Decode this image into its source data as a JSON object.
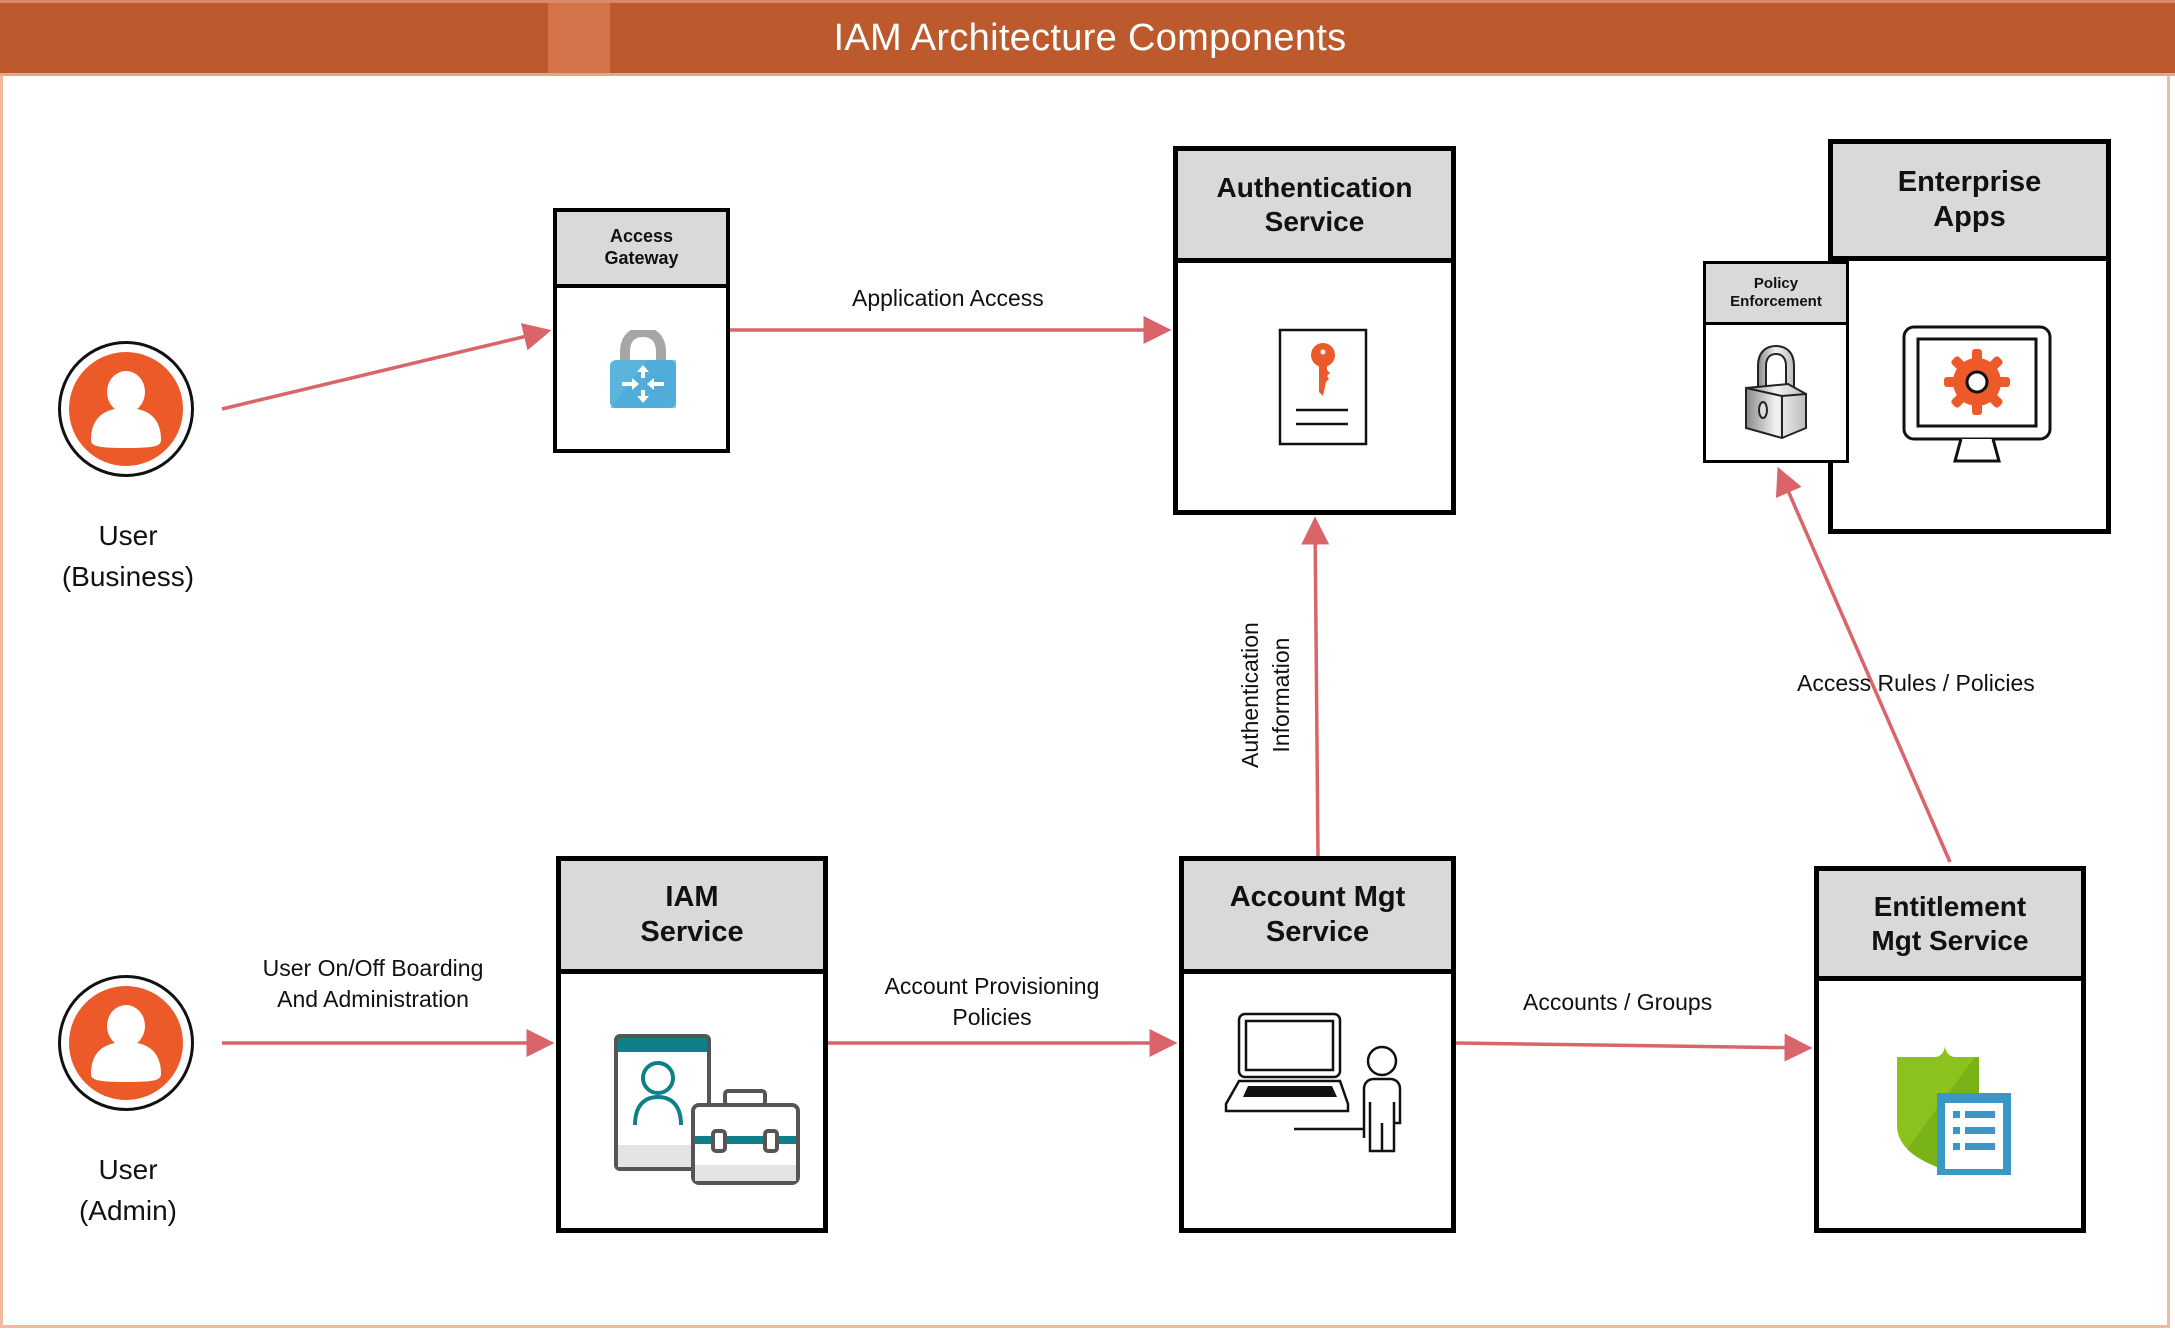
{
  "title": "IAM Architecture Components",
  "colors": {
    "title_bar": "#bc5a2e",
    "title_band": "#d5734a",
    "frame_border": "#f0b9a0",
    "arrow": "#d9646a",
    "header_fill": "#d9d9d9",
    "user_orange": "#ec5a2a",
    "teal": "#0f7f8a",
    "shield_green": "#8cc21e",
    "list_blue": "#3a98c8",
    "lock_blue": "#5ab4de"
  },
  "actors": [
    {
      "id": "user-business",
      "line1": "User",
      "line2": "(Business)",
      "icon": "user-icon"
    },
    {
      "id": "user-admin",
      "line1": "User",
      "line2": "(Admin)",
      "icon": "user-icon"
    }
  ],
  "components": {
    "access_gateway": {
      "line1": "Access",
      "line2": "Gateway",
      "icon": "network-lock-icon"
    },
    "authentication_service": {
      "line1": "Authentication",
      "line2": "Service",
      "icon": "key-document-icon"
    },
    "enterprise_apps": {
      "line1": "Enterprise",
      "line2": "Apps",
      "icon": "monitor-gear-icon"
    },
    "policy_enforcement": {
      "line1": "Policy",
      "line2": "Enforcement",
      "icon": "padlock-icon"
    },
    "iam_service": {
      "line1": "IAM",
      "line2": "Service",
      "icon": "profile-briefcase-icon"
    },
    "account_mgt_service": {
      "line1": "Account Mgt",
      "line2": "Service",
      "icon": "laptop-user-icon"
    },
    "entitlement_mgt_service": {
      "line1": "Entitlement",
      "line2": "Mgt Service",
      "icon": "shield-list-icon"
    }
  },
  "connections": [
    {
      "from": "User (Business)",
      "to": "Access Gateway",
      "label": ""
    },
    {
      "from": "Access Gateway",
      "to": "Authentication Service",
      "label": "Application Access"
    },
    {
      "from": "Account Mgt Service",
      "to": "Authentication Service",
      "label_line1": "Authentication",
      "label_line2": "Information"
    },
    {
      "from": "Entitlement Mgt Service",
      "to": "Policy Enforcement",
      "label": "Access Rules / Policies"
    },
    {
      "from": "User (Admin)",
      "to": "IAM Service",
      "label_line1": "User On/Off Boarding",
      "label_line2": "And Administration"
    },
    {
      "from": "IAM Service",
      "to": "Account Mgt Service",
      "label_line1": "Account Provisioning",
      "label_line2": "Policies"
    },
    {
      "from": "Account Mgt Service",
      "to": "Entitlement Mgt Service",
      "label": "Accounts / Groups"
    }
  ]
}
